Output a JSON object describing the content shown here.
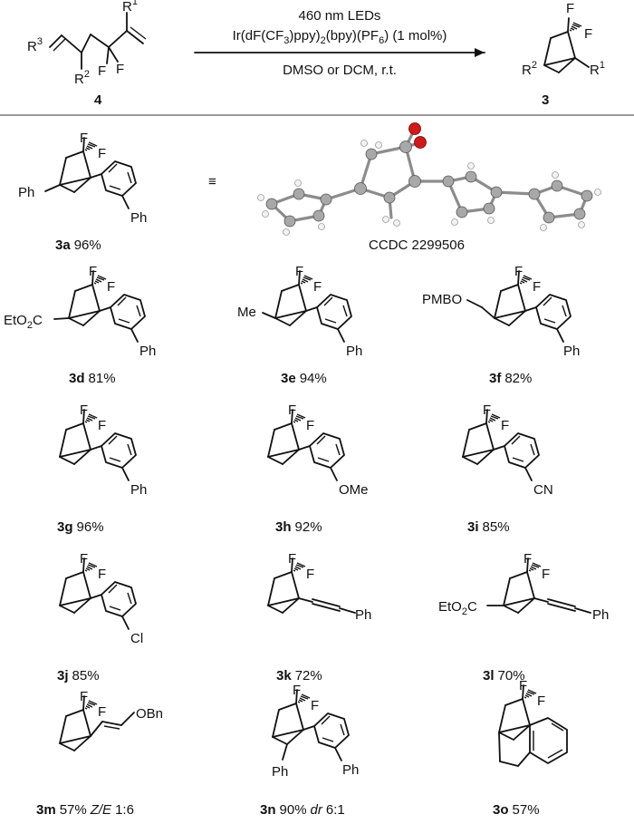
{
  "reaction": {
    "conditions": {
      "light": "460 nm LEDs",
      "catalyst": {
        "p1": "Ir(dF(CF",
        "s1": "3",
        "p2": ")ppy)",
        "s2": "2",
        "p3": "(bpy)(PF",
        "s3": "6",
        "p4": ") (1 mol%)"
      },
      "solvent": "DMSO or DCM, r.t."
    },
    "substrate": {
      "number": "4",
      "labels": {
        "r1": "R",
        "r1sup": "1",
        "r2": "R",
        "r2sup": "2",
        "r3": "R",
        "r3sup": "3",
        "f1": "F",
        "f2": "F"
      }
    },
    "product": {
      "number": "3",
      "labels": {
        "r1": "R",
        "r1sup": "1",
        "r2": "R",
        "r2sup": "2",
        "f1": "F",
        "f2": "F"
      }
    }
  },
  "equiv_symbol": "≡",
  "xray": {
    "caption": "CCDC 2299506"
  },
  "atoms": {
    "F": "F",
    "Ph": "Ph",
    "Me": "Me",
    "OMe": "OMe",
    "CN": "CN",
    "Cl": "Cl",
    "OBn": "OBn",
    "PMBO": "PMBO",
    "EtO": "EtO",
    "sub2": "2",
    "C": "C"
  },
  "compounds": [
    {
      "id": "3a",
      "yield": "96%"
    },
    {
      "id": "3d",
      "yield": "81%"
    },
    {
      "id": "3e",
      "yield": "94%"
    },
    {
      "id": "3f",
      "yield": "82%"
    },
    {
      "id": "3g",
      "yield": "96%"
    },
    {
      "id": "3h",
      "yield": "92%"
    },
    {
      "id": "3i",
      "yield": "85%"
    },
    {
      "id": "3j",
      "yield": "85%"
    },
    {
      "id": "3k",
      "yield": "72%"
    },
    {
      "id": "3l",
      "yield": "70%"
    },
    {
      "id": "3m",
      "yield": "57%",
      "note_italic": "Z/E",
      "note": "1:6"
    },
    {
      "id": "3n",
      "yield": "90%",
      "note_italic": "dr",
      "note": "6:1"
    },
    {
      "id": "3o",
      "yield": "57%"
    }
  ]
}
